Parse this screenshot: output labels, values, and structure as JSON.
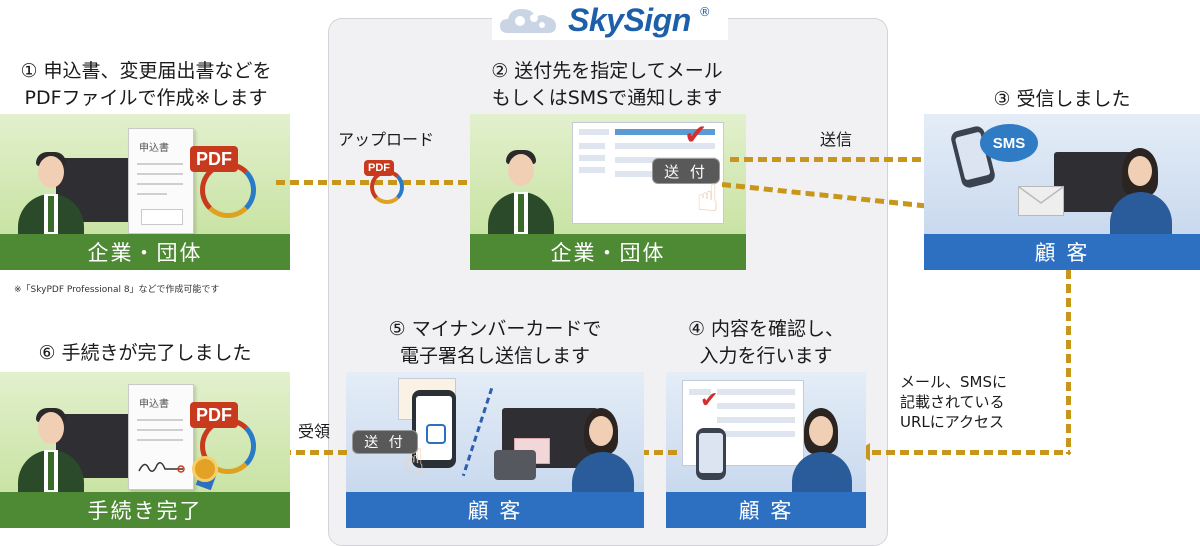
{
  "brand": {
    "name": "SkySign",
    "mark": "®"
  },
  "steps": [
    {
      "id": 1,
      "title_lines": [
        "① 申込書、変更届出書などを",
        "PDFファイルで作成※します"
      ],
      "footer": "企業・団体"
    },
    {
      "id": 2,
      "title_lines": [
        "② 送付先を指定してメール",
        "もしくはSMSで通知します"
      ],
      "footer": "企業・団体"
    },
    {
      "id": 3,
      "title_lines": [
        "③ 受信しました"
      ],
      "footer": "顧 客"
    },
    {
      "id": 4,
      "title_lines": [
        "④ 内容を確認し、",
        "入力を行います"
      ],
      "footer": "顧 客"
    },
    {
      "id": 5,
      "title_lines": [
        "⑤ マイナンバーカードで",
        "電子署名し送信します"
      ],
      "footer": "顧 客"
    },
    {
      "id": 6,
      "title_lines": [
        "⑥ 手続きが完了しました"
      ],
      "footer": "手続き完了"
    }
  ],
  "note": "※「SkyPDF Professional 8」などで作成可能です",
  "arrows": {
    "upload": "アップロード",
    "send": "送信",
    "access_lines": [
      "メール、SMSに",
      "記載されている",
      "URLにアクセス"
    ],
    "receive": "受領"
  },
  "icons": {
    "pdf_label": "PDF",
    "doc_title": "申込書",
    "send_button": "送 付",
    "sms_label": "SMS"
  },
  "colors": {
    "green_footer": "#4e8a34",
    "blue_footer": "#2d6fc0",
    "arrow": "#c8961a",
    "brand": "#1d5fa8"
  }
}
